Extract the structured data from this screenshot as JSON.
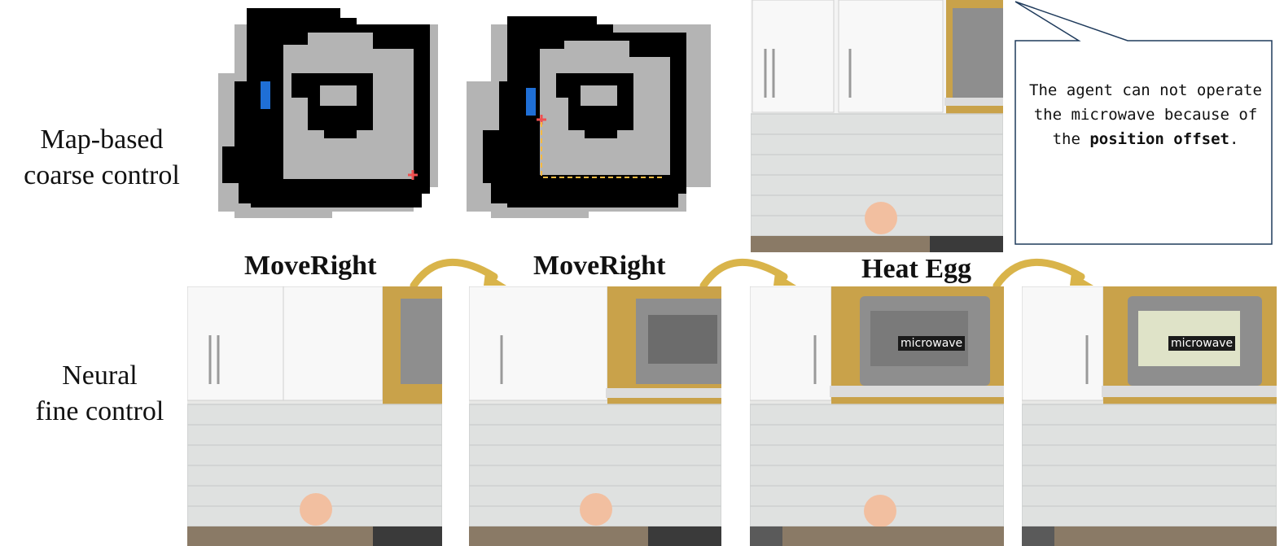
{
  "rows": {
    "coarse_label_line1": "Map-based",
    "coarse_label_line2": "coarse control",
    "fine_label_line1": "Neural",
    "fine_label_line2": "fine control"
  },
  "actions": [
    {
      "label": "MoveRight"
    },
    {
      "label": "MoveRight"
    },
    {
      "label": "Heat Egg"
    }
  ],
  "object_tags": {
    "microwave_1": "microwave",
    "microwave_2": "microwave"
  },
  "callout": {
    "text_part1": "The agent can not operate the microwave because of the",
    "text_bold": "position offset",
    "text_end": "."
  },
  "colors": {
    "map_wall": "#000000",
    "map_floor": "#b4b4b4",
    "agent_marker": "#1f6fd6",
    "target_marker": "#f05050",
    "path": "#f5b942",
    "arrow": "#d9b44a"
  }
}
